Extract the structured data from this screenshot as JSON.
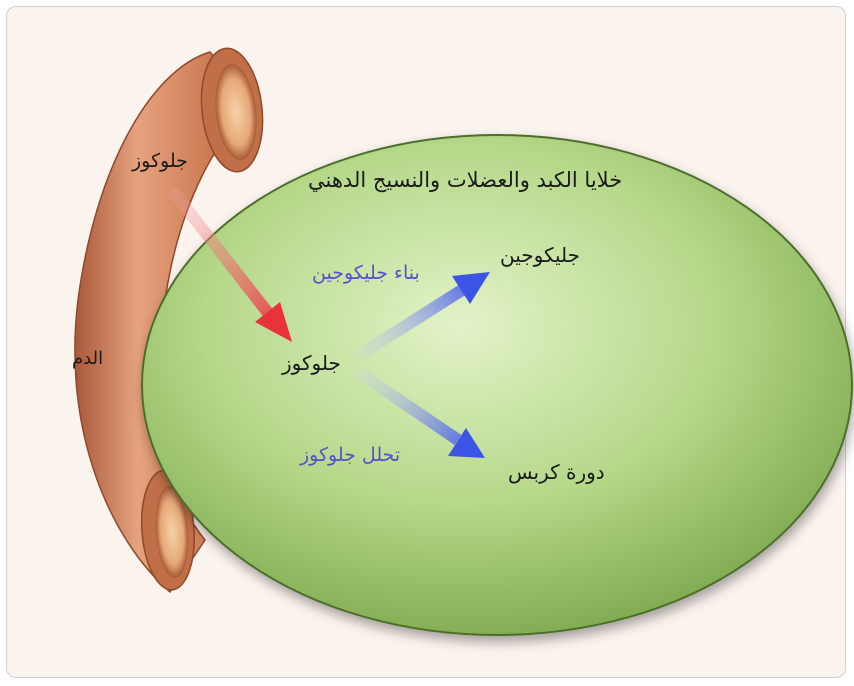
{
  "diagram": {
    "cell_title": "خلايا الكبد والعضلات والنسيج الدهني",
    "blood_label": "الدم",
    "blood_glucose_label": "جلوكوز",
    "cell_glucose_label": "جلوكوز",
    "glycogen_label": "جليكوجين",
    "glycogenesis_label": "بناء جليكوجين",
    "krebs_label": "دورة كربس",
    "glycolysis_label": "تحلل جلوكوز"
  },
  "colors": {
    "cell_fill": "#a9cf76",
    "vessel_fill": "#d58c68",
    "red_arrow": "#e8333a",
    "blue_arrow": "#3b54e6",
    "blue_text": "#5b4ec8"
  }
}
